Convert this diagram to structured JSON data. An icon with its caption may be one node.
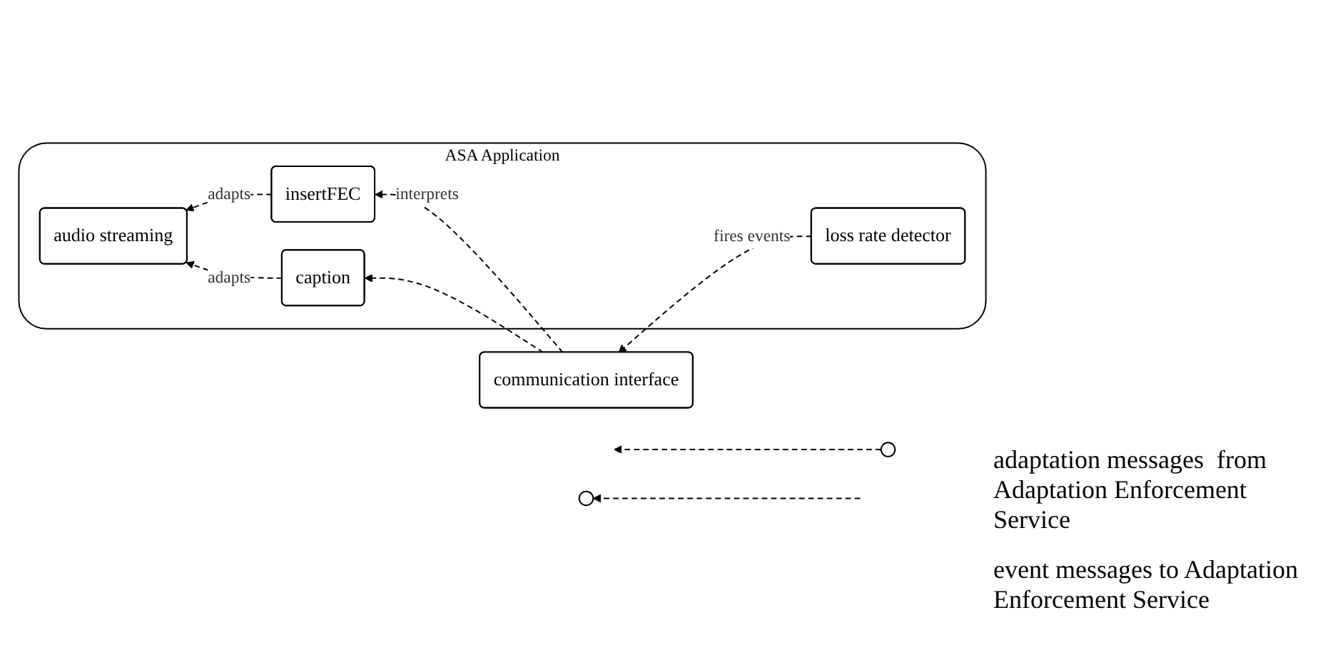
{
  "diagram": {
    "nodes": [
      {
        "text": [
          "ASA Application"
        ]
      },
      {
        "text": [
          "audio streaming"
        ],
        "in": 0
      },
      {
        "text": [
          "insertFEC"
        ],
        "in": 0
      },
      {
        "text": [
          "caption"
        ],
        "in": 0
      },
      {
        "text": [
          "loss rate detector"
        ],
        "in": 0
      },
      {
        "text": [
          "communication interface"
        ]
      },
      {
        "text": [],
        "shape": "circle"
      },
      {
        "text": [],
        "shape": "circle"
      }
    ],
    "edges": [
      {
        "from": 2,
        "to": 1,
        "arrow": "to",
        "style": "dashed",
        "label": "adapts"
      },
      {
        "from": 3,
        "to": 1,
        "arrow": "to",
        "style": "dashed",
        "label": "adapts"
      },
      {
        "from": 5,
        "to": 2,
        "arrow": "to",
        "style": "dashed",
        "label": "interprets"
      },
      {
        "from": 5,
        "to": 3,
        "arrow": "to",
        "style": "dashed"
      },
      {
        "from": 4,
        "to": 5,
        "arrow": "to",
        "style": "dashed",
        "label": "fires events"
      },
      {
        "from": null,
        "to": 6,
        "arrow": "to",
        "style": "dashed"
      },
      {
        "from": 7,
        "to": null,
        "arrow": "to",
        "style": "dashed"
      }
    ],
    "labels": [
      "adaptation messages  from Adaptation Enforcement Service",
      "event messages to Adaptation Enforcement Service"
    ]
  }
}
